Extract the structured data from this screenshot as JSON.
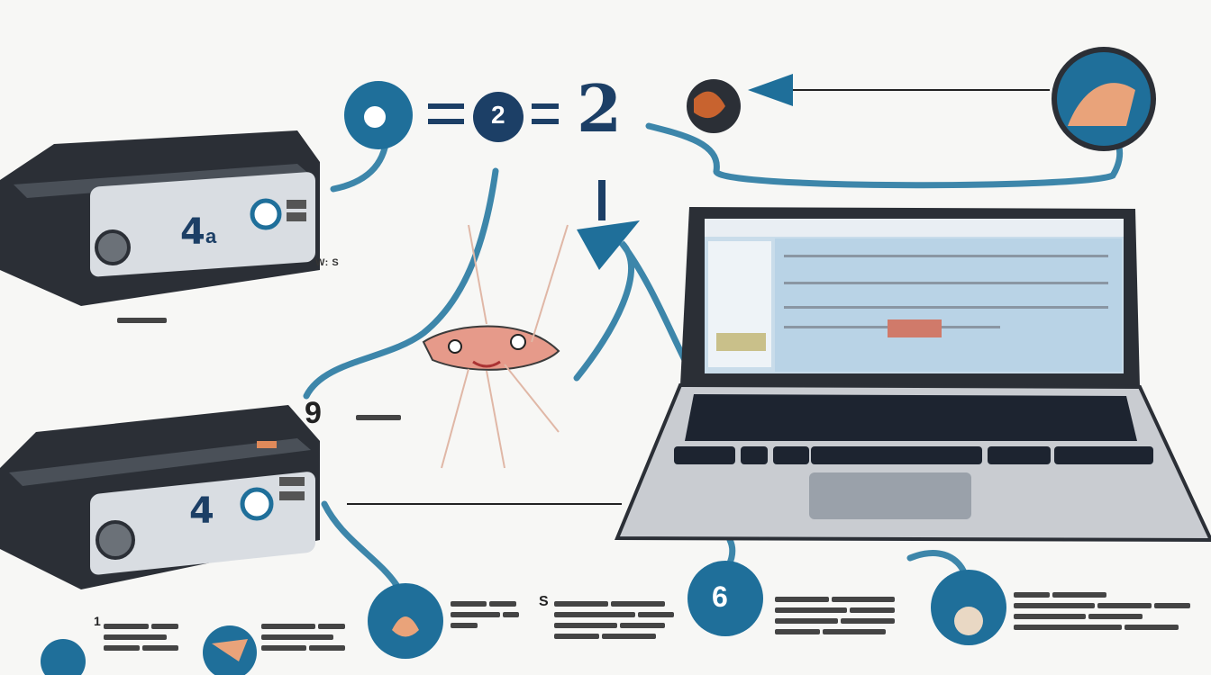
{
  "colors": {
    "accent": "#1f6f9a",
    "cable": "#3d86aa",
    "device": "#2b2f36",
    "navy": "#1c3f66",
    "background": "#f7f7f5"
  },
  "labels": {
    "top_device_number": "4",
    "top_device_suffix": "a",
    "top_side_text": "W: S",
    "bottom_device_number": "4",
    "center_number": "2",
    "big_number": "2",
    "left_cluster": "9",
    "bottom_mid_letter": "S",
    "bottom_circle_number": "6",
    "bottom_left_digit": "1"
  },
  "icons": [
    "router-device",
    "ethernet-cable",
    "laptop",
    "play-arrow-icon",
    "circle-icon"
  ]
}
